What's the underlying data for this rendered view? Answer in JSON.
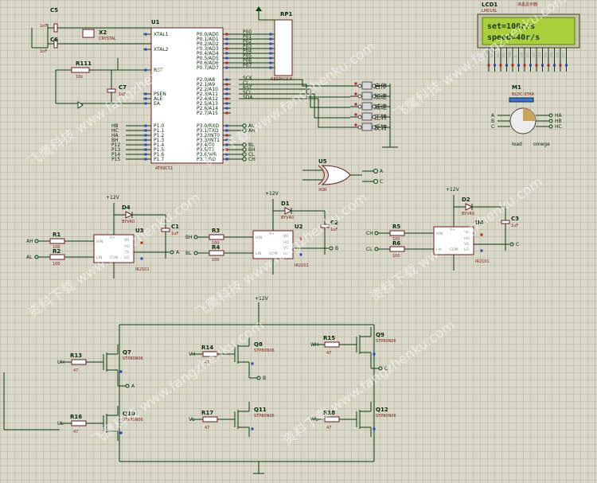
{
  "colors": {
    "wire": "#0a3d12",
    "part_outline": "#6b1f1f",
    "lcd_screen": "#a9cf3a",
    "pin_blue": "#2f43c6",
    "pin_red": "#c21f1f",
    "button": "#d8d8d8",
    "grid": "#c4c3b2"
  },
  "mcu": {
    "ref": "U1",
    "part": "AT89C51",
    "text_ph": "<TEXT>",
    "left_pins": [
      "XTAL1",
      "XTAL2",
      "RST",
      "PSEN",
      "ALE",
      "EA",
      "P1.0",
      "P1.1",
      "P1.2",
      "P1.3",
      "P1.4",
      "P1.5",
      "P1.6",
      "P1.7"
    ],
    "right_pins": [
      "P0.0/AD0",
      "P0.1/AD1",
      "P0.2/AD2",
      "P0.3/AD3",
      "P0.4/AD4",
      "P0.5/AD5",
      "P0.6/AD6",
      "P0.7/AD7",
      "P2.0/A8",
      "P2.1/A9",
      "P2.2/A10",
      "P2.3/A11",
      "P2.4/A12",
      "P2.5/A13",
      "P2.6/A14",
      "P2.7/A15",
      "P3.0/RXD",
      "P3.1/TXD",
      "P3.2/INT0",
      "P3.3/INT1",
      "P3.4/T0",
      "P3.5/T1",
      "P3.6/WR",
      "P3.7/RD"
    ]
  },
  "crystal": {
    "ref": "X2",
    "part": "CRYSTAL"
  },
  "caps": {
    "c5": "C5",
    "c5v": "1nF",
    "c6": "C6",
    "c6v": "1nF",
    "c7": "C7",
    "c7v": "1uF",
    "c1": "C1",
    "c1v": "1uF",
    "c2": "C2",
    "c2v": "1uF",
    "c3": "C3",
    "c3v": "1uF"
  },
  "r111": {
    "ref": "R111",
    "val": "10k"
  },
  "rp1": {
    "ref": "RP1",
    "part": "RESPACK-8",
    "nets": [
      "P00",
      "P01",
      "P02",
      "P03",
      "P04",
      "P05",
      "P06",
      "P07"
    ]
  },
  "p2_nets": [
    "SCK",
    "CI",
    "RST",
    "SCL",
    "SDA"
  ],
  "p3_nets": [
    "AL",
    "AH",
    "BL",
    "BH",
    "CL",
    "CH"
  ],
  "p1_nets": [
    "HB",
    "HC",
    "HA",
    "BH",
    "P12",
    "P13",
    "P14",
    "P15"
  ],
  "buttons": [
    "启停",
    "加速",
    "减速",
    "正转",
    "反转"
  ],
  "lcd": {
    "ref": "LCD1",
    "part": "LM016L",
    "header": "液晶显示器",
    "line1": "set=100r/s",
    "line2": "speed=40r/s",
    "pins": [
      "VSS",
      "VDD",
      "VEE",
      "RS",
      "RW",
      "E",
      "D0",
      "D1",
      "D2",
      "D3",
      "D4",
      "D5",
      "D6",
      "D7"
    ]
  },
  "motor": {
    "ref": "M1",
    "part": "BLDC-STAR",
    "load": "load",
    "omega": "omega",
    "terms": [
      "A",
      "B",
      "C"
    ],
    "hall": [
      "HA",
      "HB",
      "HC"
    ]
  },
  "xor": {
    "ref": "U5",
    "part": "XOR"
  },
  "drivers": [
    {
      "ref": "U3",
      "part": "IR2101",
      "r_top": "R1",
      "r_bot": "R2",
      "r_val": "100",
      "in_hi": "AH",
      "in_lo": "AL",
      "diode": "D4",
      "diode_part": "BYV40",
      "cap": "C1",
      "cap_v": "1uF",
      "out": "A",
      "supply": "+12V"
    },
    {
      "ref": "U2",
      "part": "IR2101",
      "r_top": "R3",
      "r_bot": "R4",
      "r_val": "100",
      "in_hi": "BH",
      "in_lo": "BL",
      "diode": "D1",
      "diode_part": "BYV40",
      "cap": "C2",
      "cap_v": "1uF",
      "out": "B",
      "supply": "+12V"
    },
    {
      "ref": "U4",
      "part": "IR2101",
      "r_top": "R5",
      "r_bot": "R6",
      "r_val": "100",
      "in_hi": "CH",
      "in_lo": "CL",
      "diode": "D2",
      "diode_part": "BYV40",
      "cap": "C3",
      "cap_v": "1uF",
      "out": "C",
      "supply": "+12V"
    }
  ],
  "pin_names": {
    "hin": "HIN",
    "lin": "LIN",
    "vplus": "V+",
    "com": "COM",
    "vb": "VB",
    "ho": "HO",
    "vs": "VS",
    "lo": "LO"
  },
  "bridge": {
    "supply": "+12V",
    "fets": [
      {
        "ref": "Q7",
        "part": "STP80N06",
        "gate_r": "R13",
        "r_val": "47",
        "net": "UH",
        "out": "A"
      },
      {
        "ref": "Q8",
        "part": "STP80N06",
        "gate_r": "R14",
        "r_val": "47",
        "net": "VH",
        "out": "B"
      },
      {
        "ref": "Q9",
        "part": "STP80N06",
        "gate_r": "R15",
        "r_val": "47",
        "net": "WH",
        "out": "C"
      },
      {
        "ref": "Q10",
        "part": "STP80N06",
        "gate_r": "R16",
        "r_val": "47",
        "net": "UL",
        "out": ""
      },
      {
        "ref": "Q11",
        "part": "STP80N06",
        "gate_r": "R17",
        "r_val": "47",
        "net": "VL",
        "out": ""
      },
      {
        "ref": "Q12",
        "part": "STP80N06",
        "gate_r": "R18",
        "r_val": "47",
        "net": "WL",
        "out": ""
      }
    ]
  },
  "text_placeholder": "<TEXT>",
  "watermarks": [
    "飞鹰科技 www.fangzhenku.com",
    "资料下载 www.fangzhenku.com"
  ]
}
